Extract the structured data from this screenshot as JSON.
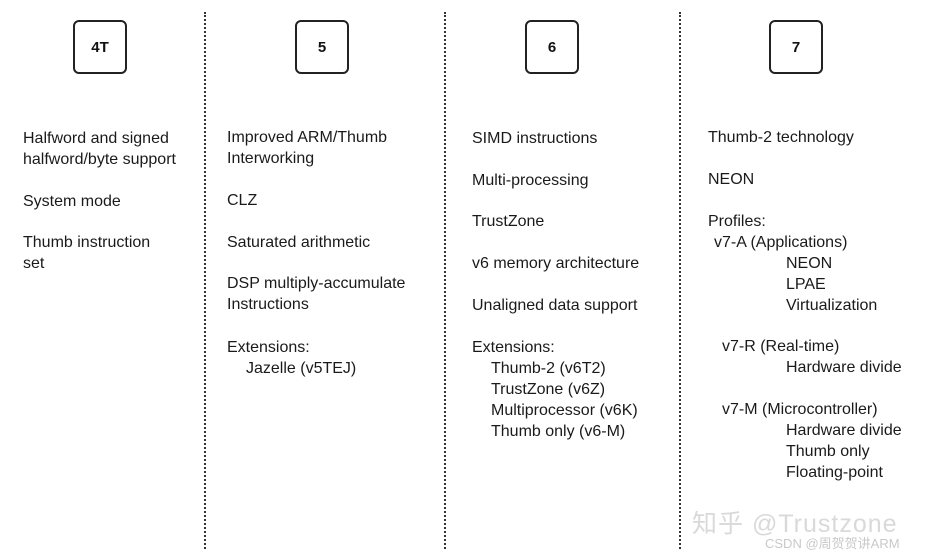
{
  "columns": [
    {
      "version": "4T",
      "items": [
        [
          "Halfword and signed",
          "halfword/byte support"
        ],
        [
          "System mode"
        ],
        [
          "Thumb instruction",
          "set"
        ]
      ]
    },
    {
      "version": "5",
      "items": [
        [
          "Improved ARM/Thumb",
          "Interworking"
        ],
        [
          "CLZ"
        ],
        [
          "Saturated arithmetic"
        ],
        [
          "DSP multiply-accumulate",
          "Instructions"
        ],
        [
          "Extensions:",
          "Jazelle (v5TEJ)"
        ]
      ]
    },
    {
      "version": "6",
      "items": [
        [
          "SIMD instructions"
        ],
        [
          "Multi-processing"
        ],
        [
          "TrustZone"
        ],
        [
          "v6 memory architecture"
        ],
        [
          "Unaligned data support"
        ],
        [
          "Extensions:",
          "Thumb-2 (v6T2)",
          "TrustZone (v6Z)",
          "Multiprocessor (v6K)",
          "Thumb only (v6-M)"
        ]
      ]
    },
    {
      "version": "7",
      "items": [
        [
          "Thumb-2 technology"
        ],
        [
          "NEON"
        ],
        [
          "Profiles:",
          "v7-A (Applications)",
          "NEON",
          "LPAE",
          "Virtualization"
        ],
        [
          "v7-R (Real-time)",
          "Hardware divide"
        ],
        [
          "v7-M (Microcontroller)",
          "Hardware divide",
          "Thumb only",
          "Floating-point"
        ]
      ]
    }
  ],
  "watermark": {
    "main": "知乎 @Trustzone",
    "sub": "CSDN @周贺贺讲ARM"
  }
}
